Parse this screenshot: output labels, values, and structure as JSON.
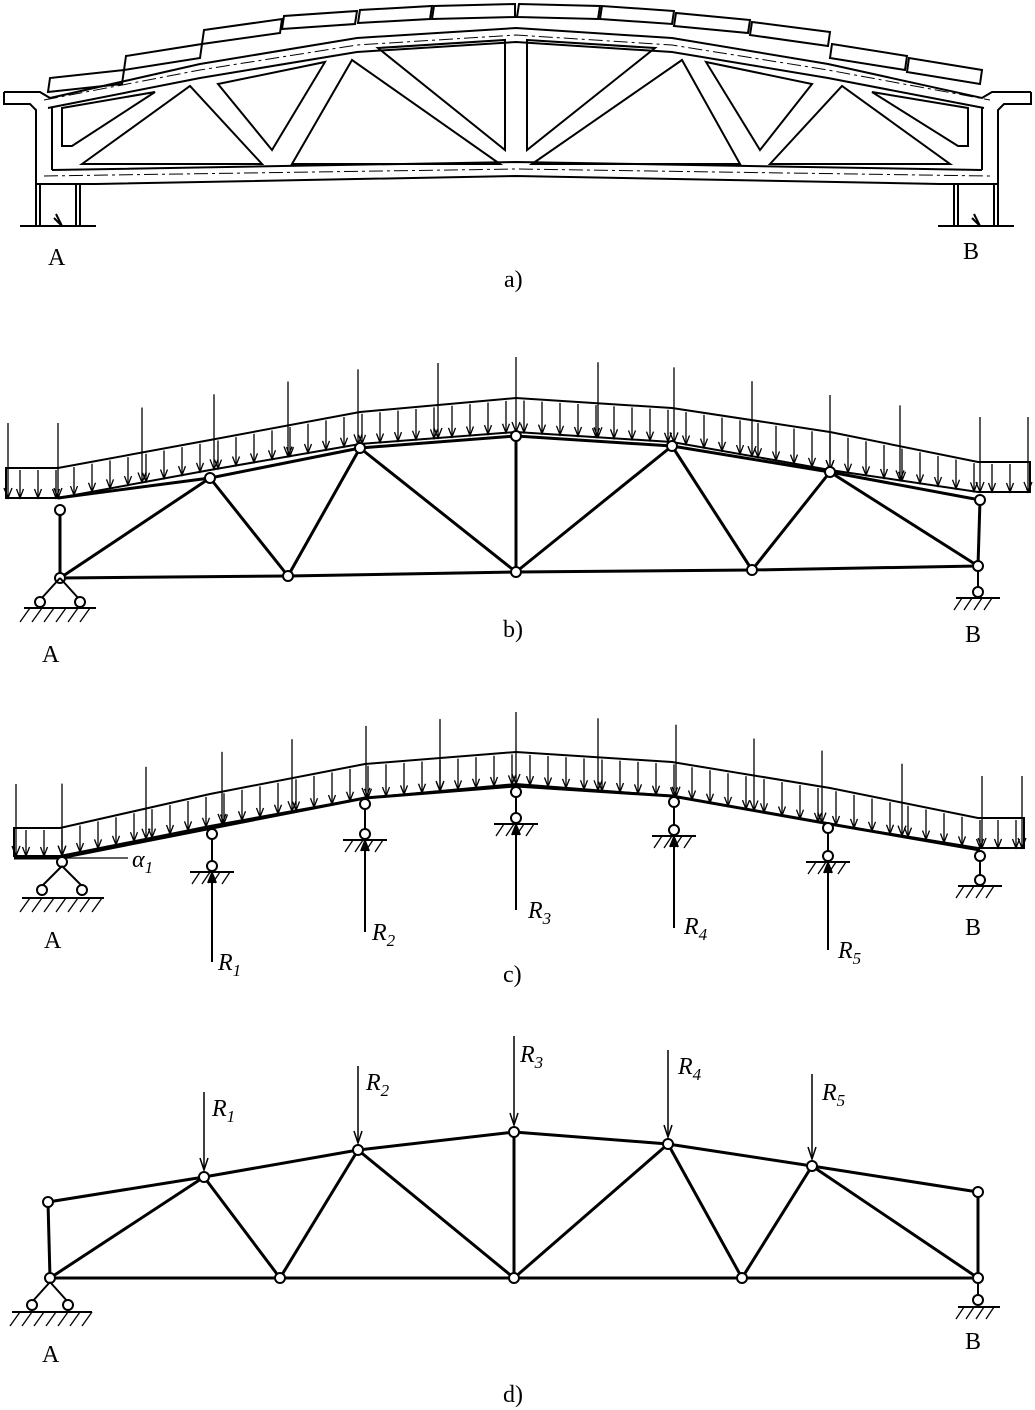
{
  "panels": {
    "a": {
      "caption": "a)",
      "support_left": "A",
      "support_right": "B"
    },
    "b": {
      "caption": "b)",
      "support_left": "A",
      "support_right": "B"
    },
    "c": {
      "caption": "c)",
      "support_left": "A",
      "support_right": "B",
      "angle_symbol": "α",
      "angle_sub": "1",
      "reactions": [
        {
          "sym": "R",
          "sub": "1"
        },
        {
          "sym": "R",
          "sub": "2"
        },
        {
          "sym": "R",
          "sub": "3"
        },
        {
          "sym": "R",
          "sub": "4"
        },
        {
          "sym": "R",
          "sub": "5"
        }
      ]
    },
    "d": {
      "caption": "d)",
      "support_left": "A",
      "support_right": "B",
      "loads": [
        {
          "sym": "R",
          "sub": "1"
        },
        {
          "sym": "R",
          "sub": "2"
        },
        {
          "sym": "R",
          "sub": "3"
        },
        {
          "sym": "R",
          "sub": "4"
        },
        {
          "sym": "R",
          "sub": "5"
        }
      ]
    }
  }
}
